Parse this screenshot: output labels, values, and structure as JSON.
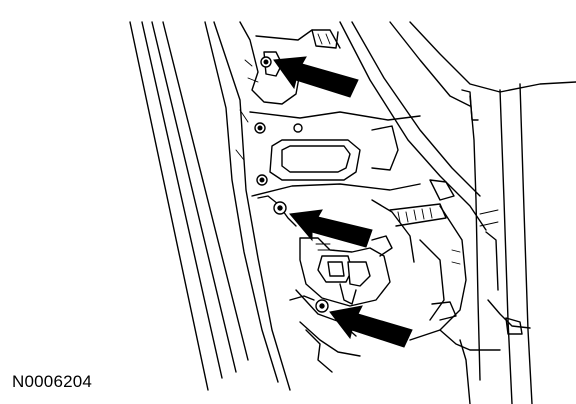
{
  "diagram": {
    "figure_id": "N0006204",
    "callouts": [
      {
        "name": "upper-fastener-arrow"
      },
      {
        "name": "middle-fastener-arrow"
      },
      {
        "name": "lower-fastener-arrow"
      }
    ]
  },
  "colors": {
    "line": "#000000",
    "background": "#ffffff"
  }
}
